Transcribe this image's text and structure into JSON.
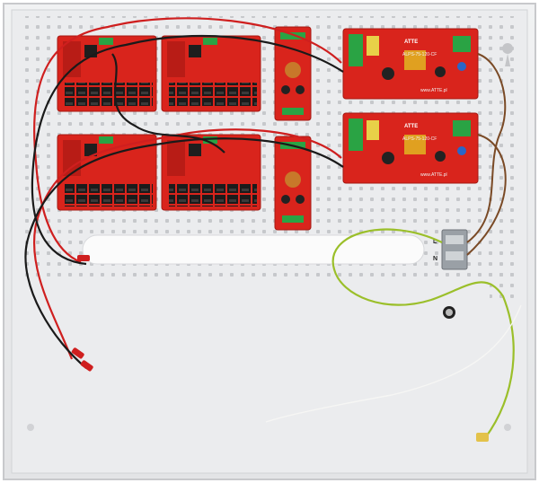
{
  "photo": {
    "enclosure_color": "#e9eaec",
    "perforation_color": "#c9cbce",
    "pcb_color": "#d9241c",
    "wire_colors": {
      "red": "#cf1f1f",
      "black": "#1a1a1a",
      "brown": "#7a4a26",
      "earth": "#9bbf2a"
    }
  },
  "psu_modules": [
    {
      "brand": "ATTE",
      "model": "ALPS-75-120-CF",
      "web": "www.ATTE.pl"
    },
    {
      "brand": "ATTE",
      "model": "ALPS-75-120-CF",
      "web": "www.ATTE.pl"
    }
  ],
  "terminal": {
    "line": "L",
    "neutral": "N"
  }
}
